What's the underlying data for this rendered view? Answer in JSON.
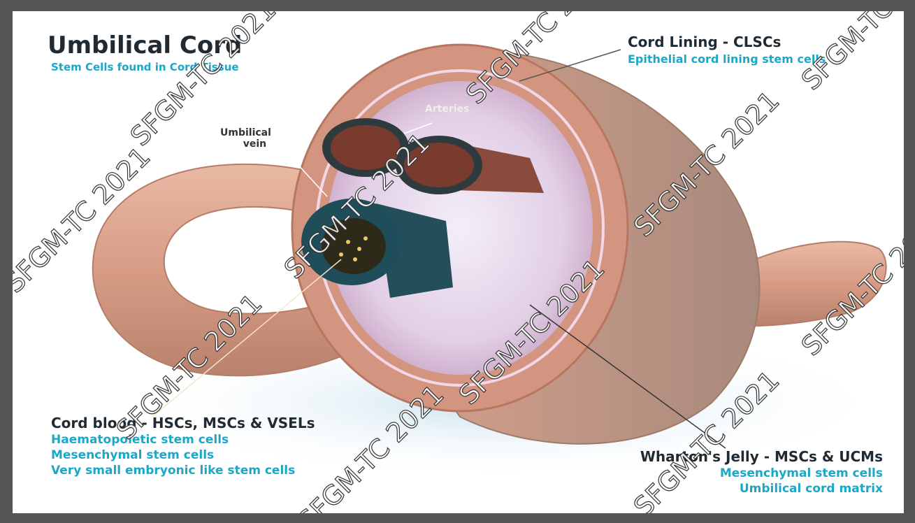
{
  "title": "Umbilical Cord",
  "subtitle": "Stem Cells found in Cord Tissue",
  "cord_lining": {
    "heading": "Cord Lining - CLSCs",
    "desc": "Epithelial cord lining stem cells"
  },
  "arteries_label": "Arteries",
  "vein_label_line1": "Umbilical",
  "vein_label_line2": "vein",
  "cord_blood": {
    "heading": "Cord blood - HSCs, MSCs & VSELs",
    "lines": [
      "Haematopoietic stem cells",
      "Mesenchymal stem cells",
      "Very small embryonic like stem cells"
    ]
  },
  "whartons_jelly": {
    "heading": "Wharton's Jelly - MSCs & UCMs",
    "lines": [
      "Mesenchymal stem cells",
      "Umbilical cord matrix"
    ]
  },
  "watermark": "SFGM-TC 2021",
  "colors": {
    "heading": "#1f2a33",
    "accent": "#1aa7c8",
    "cord": "#d9a08a",
    "vein": "#1f4d5a",
    "artery": "#7a3b2f",
    "jelly": "#e8dff0"
  }
}
